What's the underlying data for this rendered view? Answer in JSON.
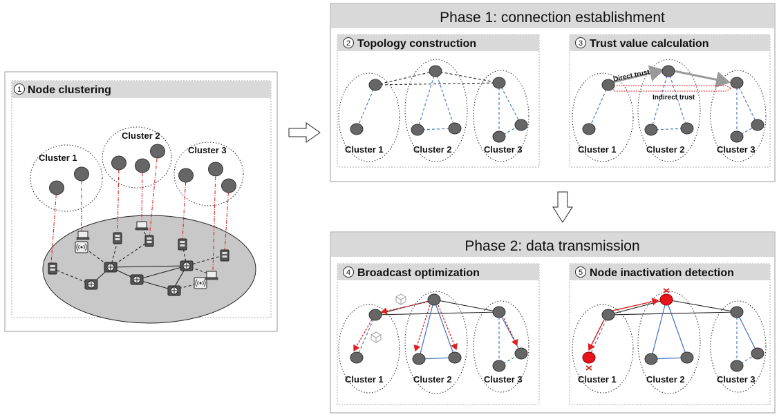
{
  "phase1": {
    "title": "Phase 1: connection establishment"
  },
  "phase2": {
    "title": "Phase 2: data transmission"
  },
  "panels": {
    "node_clustering": {
      "num": "1",
      "title": "Node clustering",
      "clusters": [
        "Cluster 1",
        "Cluster 2",
        "Cluster 3"
      ]
    },
    "topology": {
      "num": "2",
      "title": "Topology construction",
      "clusters": [
        "Cluster 1",
        "Cluster 2",
        "Cluster 3"
      ]
    },
    "trust": {
      "num": "3",
      "title": "Trust value calculation",
      "clusters": [
        "Cluster 1",
        "Cluster 2",
        "Cluster 3"
      ],
      "direct_label": "Direct trust",
      "indirect_label": "Indirect trust"
    },
    "broadcast": {
      "num": "4",
      "title": "Broadcast optimization",
      "clusters": [
        "Cluster 1",
        "Cluster 2",
        "Cluster 3"
      ]
    },
    "inactivation": {
      "num": "5",
      "title": "Node inactivation detection",
      "clusters": [
        "Cluster 1",
        "Cluster 2",
        "Cluster 3"
      ]
    }
  },
  "colors": {
    "header_bg": "#d9d9d9",
    "node": "#666666",
    "failed_node": "#e8141a",
    "link_blue": "#4a78c2",
    "physical_link": "#e02020",
    "network_ellipse": "#c8c8c8"
  }
}
